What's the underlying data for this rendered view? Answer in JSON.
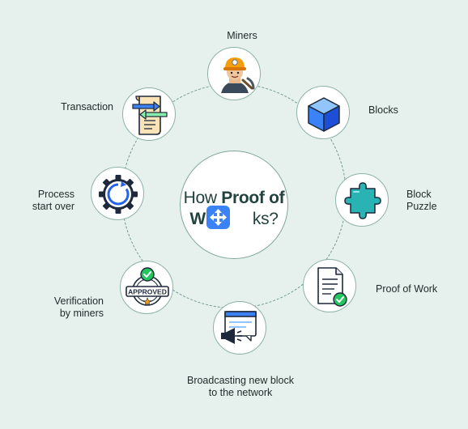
{
  "center": {
    "title_light": "How",
    "title_bold": "Proof of",
    "title_line2": "W",
    "title_line2_end": "ks?",
    "logo_icon": "move-arrows-icon",
    "logo_color": "#3b82f6"
  },
  "colors": {
    "background": "#e6f0ec",
    "ring": "#6e9a8f",
    "node_border": "#8db2a8"
  },
  "steps": [
    {
      "id": "miners",
      "lines": [
        "Miners"
      ],
      "icon": "miner-icon"
    },
    {
      "id": "blocks",
      "lines": [
        "Blocks"
      ],
      "icon": "cube-icon"
    },
    {
      "id": "block-puzzle",
      "lines": [
        "Block",
        "Puzzle"
      ],
      "icon": "puzzle-icon"
    },
    {
      "id": "proof-of-work",
      "lines": [
        "Proof of Work"
      ],
      "icon": "document-check-icon"
    },
    {
      "id": "broadcasting",
      "lines": [
        "Broadcasting new block",
        "to the network"
      ],
      "icon": "megaphone-icon"
    },
    {
      "id": "verification",
      "lines": [
        "Verification",
        "by miners"
      ],
      "icon": "approved-badge-icon"
    },
    {
      "id": "process-start-over",
      "lines": [
        "Process",
        "start over"
      ],
      "icon": "gear-restart-icon"
    },
    {
      "id": "transaction",
      "lines": [
        "Transaction"
      ],
      "icon": "transaction-scroll-icon"
    }
  ]
}
